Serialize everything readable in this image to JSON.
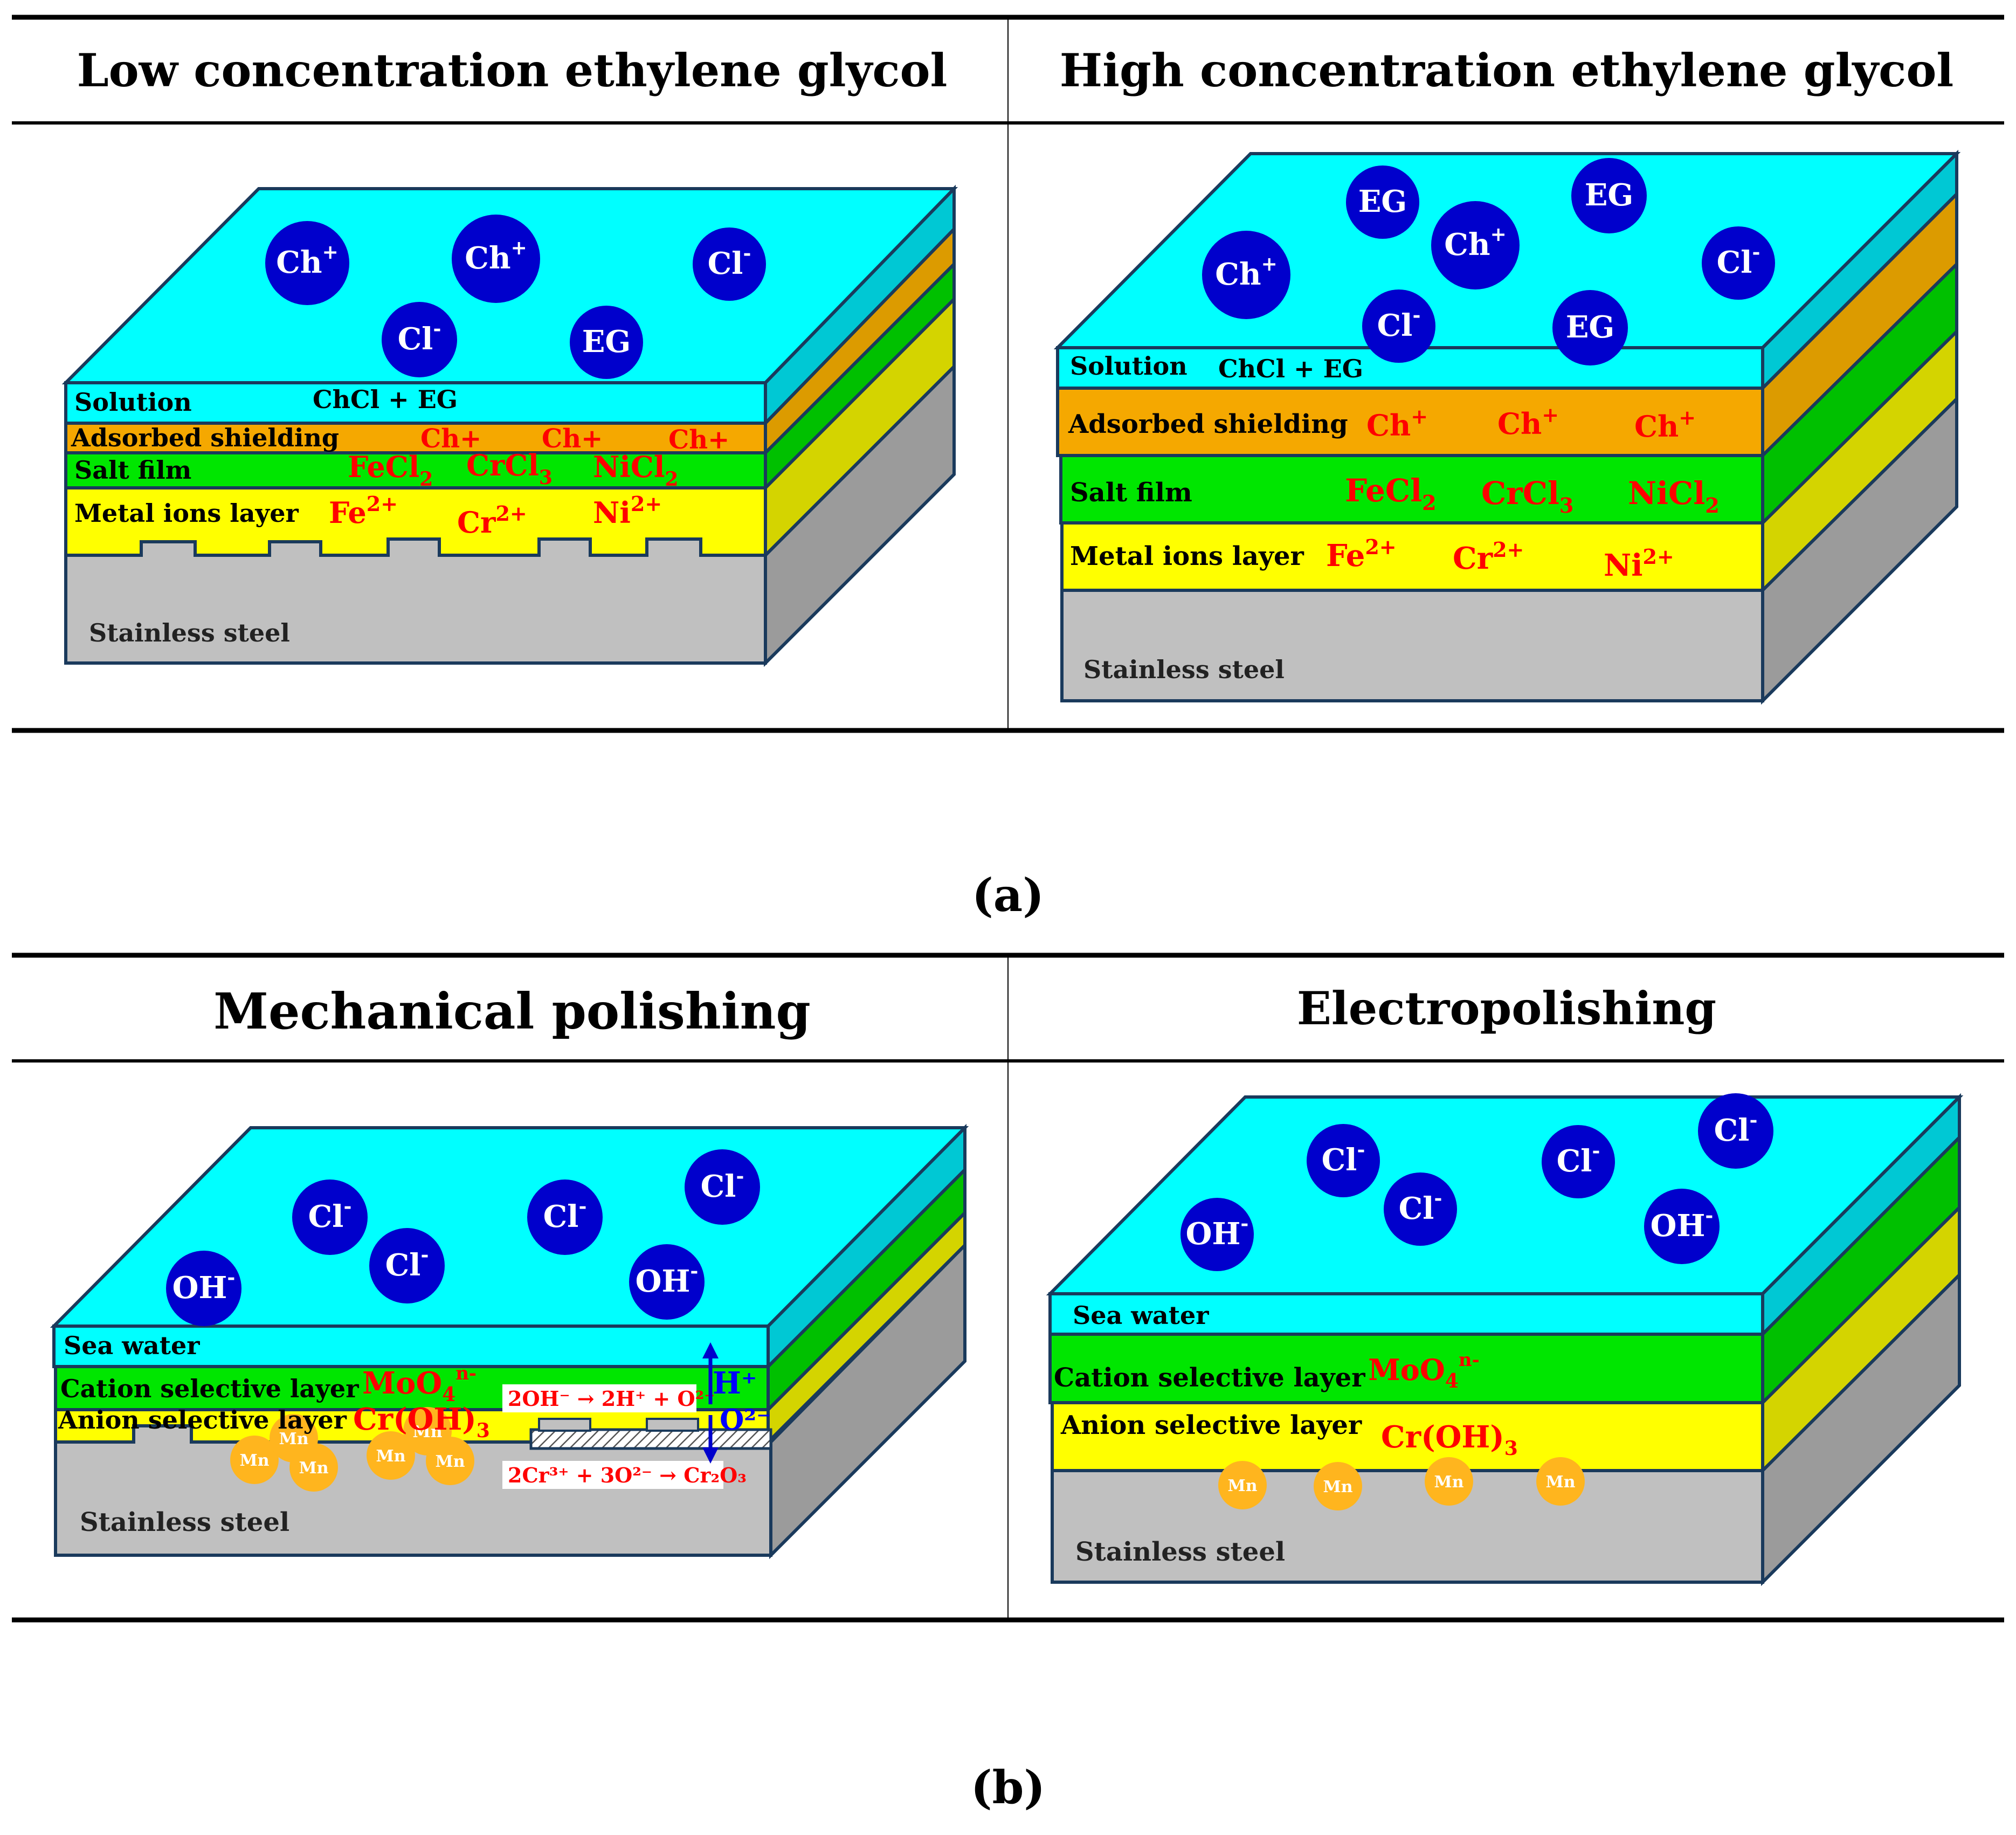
{
  "colors": {
    "solution_top": "#00ffff",
    "solution_side": "#00c8d4",
    "shield_front": "#f5a800",
    "shield_side": "#dc9b00",
    "salt_front": "#00e600",
    "salt_side": "#00c000",
    "metal_front": "#ffff00",
    "metal_side": "#d4d400",
    "steel_front": "#c0c0c0",
    "steel_side": "#9b9b9b",
    "ion_fill": "#0000cc",
    "mn_fill": "#ffb51e",
    "red_text": "#ff0000",
    "blue_text": "#0000ff"
  },
  "panel_a": {
    "caption": "(a)",
    "low": {
      "heading": "Low concentration ethylene glycol",
      "ions": [
        {
          "base": "Ch",
          "sup": "+"
        },
        {
          "base": "Ch",
          "sup": "+"
        },
        {
          "base": "Cl",
          "sup": "-"
        },
        {
          "base": "Cl",
          "sup": "-"
        },
        {
          "base": "EG",
          "sup": ""
        }
      ],
      "solution_label": "Solution",
      "solution_formula": "ChCl + EG",
      "shield_label": "Adsorbed shielding",
      "shield_ions": [
        "Ch+",
        "Ch+",
        "Ch+"
      ],
      "salt_label": "Salt film",
      "salt_species": [
        {
          "base": "FeCl",
          "sub": "2"
        },
        {
          "base": "CrCl",
          "sub": "3"
        },
        {
          "base": "NiCl",
          "sub": "2"
        }
      ],
      "metal_label": "Metal ions layer",
      "metal_ions": [
        {
          "base": "Fe",
          "sup": "2+"
        },
        {
          "base": "Cr",
          "sup": "2+"
        },
        {
          "base": "Ni",
          "sup": "2+"
        }
      ],
      "steel_label": "Stainless steel"
    },
    "high": {
      "heading": "High concentration ethylene glycol",
      "ions": [
        {
          "base": "EG",
          "sup": ""
        },
        {
          "base": "EG",
          "sup": ""
        },
        {
          "base": "Ch",
          "sup": "+"
        },
        {
          "base": "Cl",
          "sup": "-"
        },
        {
          "base": "Ch",
          "sup": "+"
        },
        {
          "base": "Cl",
          "sup": "-"
        },
        {
          "base": "EG",
          "sup": ""
        }
      ],
      "solution_label": "Solution",
      "solution_formula": "ChCl + EG",
      "shield_label": "Adsorbed shielding",
      "shield_ions": [
        {
          "base": "Ch",
          "sup": "+"
        },
        {
          "base": "Ch",
          "sup": "+"
        },
        {
          "base": "Ch",
          "sup": "+"
        }
      ],
      "salt_label": "Salt film",
      "salt_species": [
        {
          "base": "FeCl",
          "sub": "2"
        },
        {
          "base": "CrCl",
          "sub": "3"
        },
        {
          "base": "NiCl",
          "sub": "2"
        }
      ],
      "metal_label": "Metal ions layer",
      "metal_ions": [
        {
          "base": "Fe",
          "sup": "2+"
        },
        {
          "base": "Cr",
          "sup": "2+"
        },
        {
          "base": "Ni",
          "sup": "2+"
        }
      ],
      "steel_label": "Stainless steel"
    }
  },
  "panel_b": {
    "caption": "(b)",
    "mech": {
      "heading": "Mechanical polishing",
      "ions": [
        {
          "base": "Cl",
          "sup": "-"
        },
        {
          "base": "Cl",
          "sup": "-"
        },
        {
          "base": "Cl",
          "sup": "-"
        },
        {
          "base": "Cl",
          "sup": "-"
        },
        {
          "base": "OH",
          "sup": "-"
        },
        {
          "base": "OH",
          "sup": "-"
        }
      ],
      "water_label": "Sea water",
      "cation_label": "Cation selective layer",
      "molybdate": {
        "base": "MoO",
        "sub": "4",
        "sup": "n-"
      },
      "anion_label": "Anion selective layer",
      "hydroxide": {
        "base": "Cr(OH)",
        "sub": "3"
      },
      "reaction_1": "2OH⁻ → 2H⁺ + O²⁻",
      "reaction_2": "2Cr³⁺ + 3O²⁻ → Cr₂O₃",
      "h_plus": "H⁺",
      "o_minus": "O²⁻",
      "mn_label": "Mn",
      "steel_label": "Stainless steel"
    },
    "electro": {
      "heading": "Electropolishing",
      "ions": [
        {
          "base": "Cl",
          "sup": "-"
        },
        {
          "base": "Cl",
          "sup": "-"
        },
        {
          "base": "Cl",
          "sup": "-"
        },
        {
          "base": "Cl",
          "sup": "-"
        },
        {
          "base": "OH",
          "sup": "-"
        },
        {
          "base": "OH",
          "sup": "-"
        }
      ],
      "water_label": "Sea water",
      "cation_label": "Cation selective layer",
      "molybdate": {
        "base": "MoO",
        "sub": "4",
        "sup": "n-"
      },
      "anion_label": "Anion selective layer",
      "hydroxide": {
        "base": "Cr(OH)",
        "sub": "3"
      },
      "mn_label": "Mn",
      "steel_label": "Stainless steel"
    }
  }
}
